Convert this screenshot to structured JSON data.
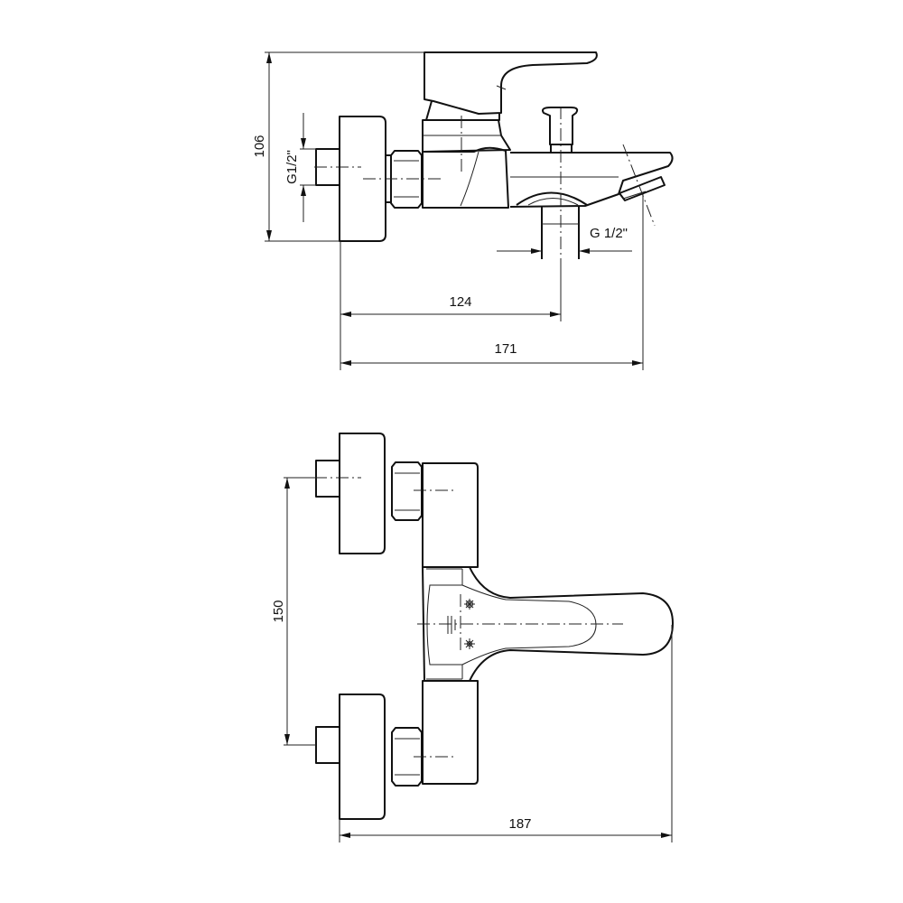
{
  "drawing": {
    "top_view": {
      "dim_height": "106",
      "dim_inlet_thread": "G1/2\"",
      "dim_outlet_thread": "G 1/2\"",
      "dim_outlet_offset": "124",
      "dim_total_depth": "171"
    },
    "front_view": {
      "dim_inlet_spacing": "150",
      "dim_total_width": "187"
    },
    "colors": {
      "line": "#111111",
      "background": "#ffffff"
    }
  }
}
